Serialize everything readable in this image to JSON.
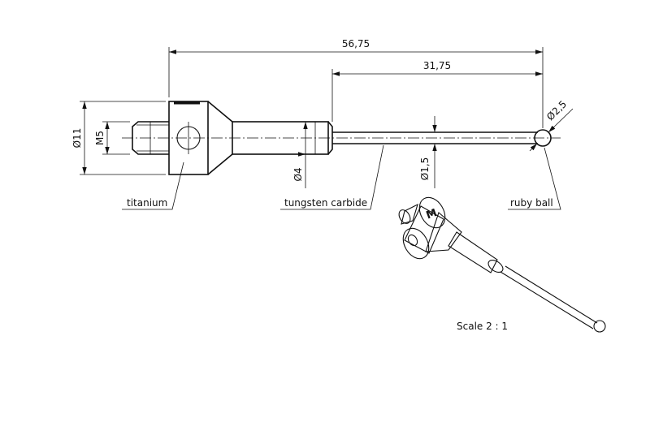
{
  "dimensions": {
    "overall_length": "56,75",
    "shaft_length": "31,75",
    "body_diameter": "Ø11",
    "thread": "M5",
    "shaft_diameter": "Ø4",
    "stem_diameter": "Ø1,5",
    "ball_diameter": "Ø2,5"
  },
  "callouts": {
    "body_material": "titanium",
    "stem_material": "tungsten carbide",
    "tip_material": "ruby ball"
  },
  "scale_note": "Scale 2 : 1",
  "iso_view": {
    "logo_text": "M"
  }
}
